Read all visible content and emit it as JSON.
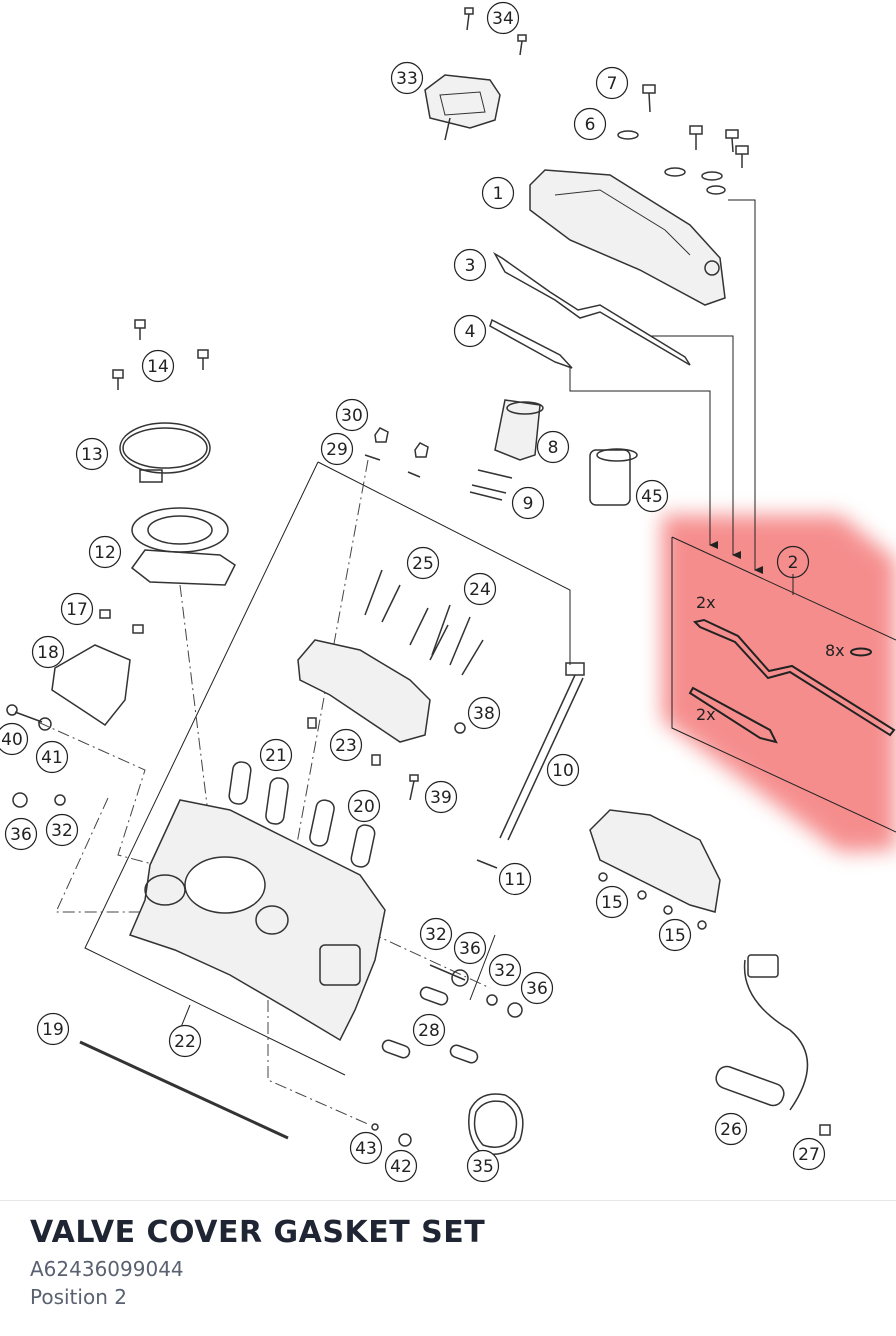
{
  "callouts": [
    {
      "id": "34",
      "label": "34"
    },
    {
      "id": "33",
      "label": "33"
    },
    {
      "id": "7",
      "label": "7"
    },
    {
      "id": "6",
      "label": "6"
    },
    {
      "id": "1",
      "label": "1"
    },
    {
      "id": "3",
      "label": "3"
    },
    {
      "id": "4",
      "label": "4"
    },
    {
      "id": "14",
      "label": "14"
    },
    {
      "id": "30",
      "label": "30"
    },
    {
      "id": "29",
      "label": "29"
    },
    {
      "id": "8",
      "label": "8"
    },
    {
      "id": "13",
      "label": "13"
    },
    {
      "id": "9",
      "label": "9"
    },
    {
      "id": "45",
      "label": "45"
    },
    {
      "id": "2",
      "label": "2"
    },
    {
      "id": "12",
      "label": "12"
    },
    {
      "id": "25",
      "label": "25"
    },
    {
      "id": "24",
      "label": "24"
    },
    {
      "id": "17",
      "label": "17"
    },
    {
      "id": "18",
      "label": "18"
    },
    {
      "id": "38",
      "label": "38"
    },
    {
      "id": "40",
      "label": "40"
    },
    {
      "id": "41",
      "label": "41"
    },
    {
      "id": "21",
      "label": "21"
    },
    {
      "id": "23",
      "label": "23"
    },
    {
      "id": "10",
      "label": "10"
    },
    {
      "id": "39",
      "label": "39"
    },
    {
      "id": "36",
      "label": "36"
    },
    {
      "id": "32",
      "label": "32"
    },
    {
      "id": "20",
      "label": "20"
    },
    {
      "id": "11",
      "label": "11"
    },
    {
      "id": "15",
      "label": "15"
    },
    {
      "id": "15b",
      "label": "15"
    },
    {
      "id": "32b",
      "label": "32"
    },
    {
      "id": "36b",
      "label": "36"
    },
    {
      "id": "32c",
      "label": "32"
    },
    {
      "id": "36c",
      "label": "36"
    },
    {
      "id": "19",
      "label": "19"
    },
    {
      "id": "22",
      "label": "22"
    },
    {
      "id": "28",
      "label": "28"
    },
    {
      "id": "26",
      "label": "26"
    },
    {
      "id": "43",
      "label": "43"
    },
    {
      "id": "42",
      "label": "42"
    },
    {
      "id": "35",
      "label": "35"
    },
    {
      "id": "27",
      "label": "27"
    }
  ],
  "kit_labels": {
    "gasket_qty": "2x",
    "grommet_qty": "8x",
    "seal_qty": "2x"
  },
  "highlight_color": "#f47a7a",
  "part": {
    "title": "VALVE COVER GASKET SET",
    "number": "A62436099044",
    "position": "Position 2"
  }
}
